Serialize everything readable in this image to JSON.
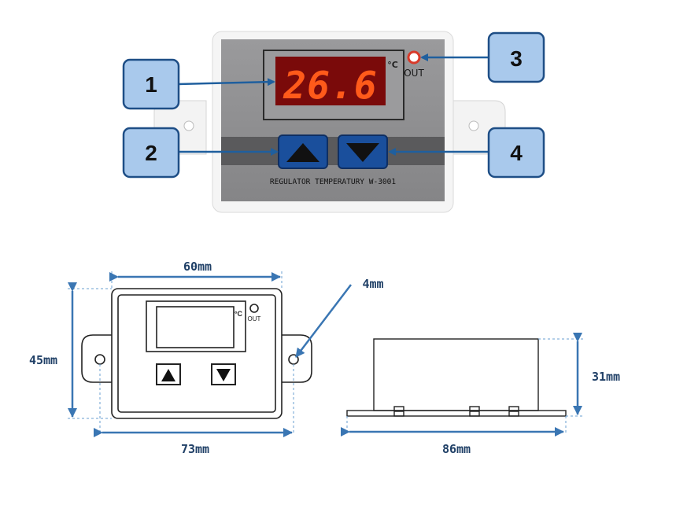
{
  "device": {
    "display_value": "26.6",
    "unit": "°C",
    "out_label": "OUT",
    "label": "REGULATOR TEMPERATURY W-3001"
  },
  "callouts": [
    {
      "number": "1",
      "target": "display"
    },
    {
      "number": "2",
      "target": "up-button"
    },
    {
      "number": "3",
      "target": "out-indicator"
    },
    {
      "number": "4",
      "target": "down-button"
    }
  ],
  "drawing": {
    "front_unit": "°C",
    "front_out": "OUT",
    "dimensions": {
      "width_inner": "60mm",
      "width_outer": "73mm",
      "height": "45mm",
      "hole": "4mm",
      "depth": "86mm",
      "side_height": "31mm"
    }
  },
  "colors": {
    "callout_fill": "#a9c9ec",
    "callout_stroke": "#1e4e86",
    "arrow": "#1f5f9e",
    "dim": "#3a76b3",
    "lcd_digit": "#ff5a1a",
    "lcd_bg": "#7a0a0a",
    "button": "#1a4f9c",
    "panel": "#8e8e90"
  }
}
